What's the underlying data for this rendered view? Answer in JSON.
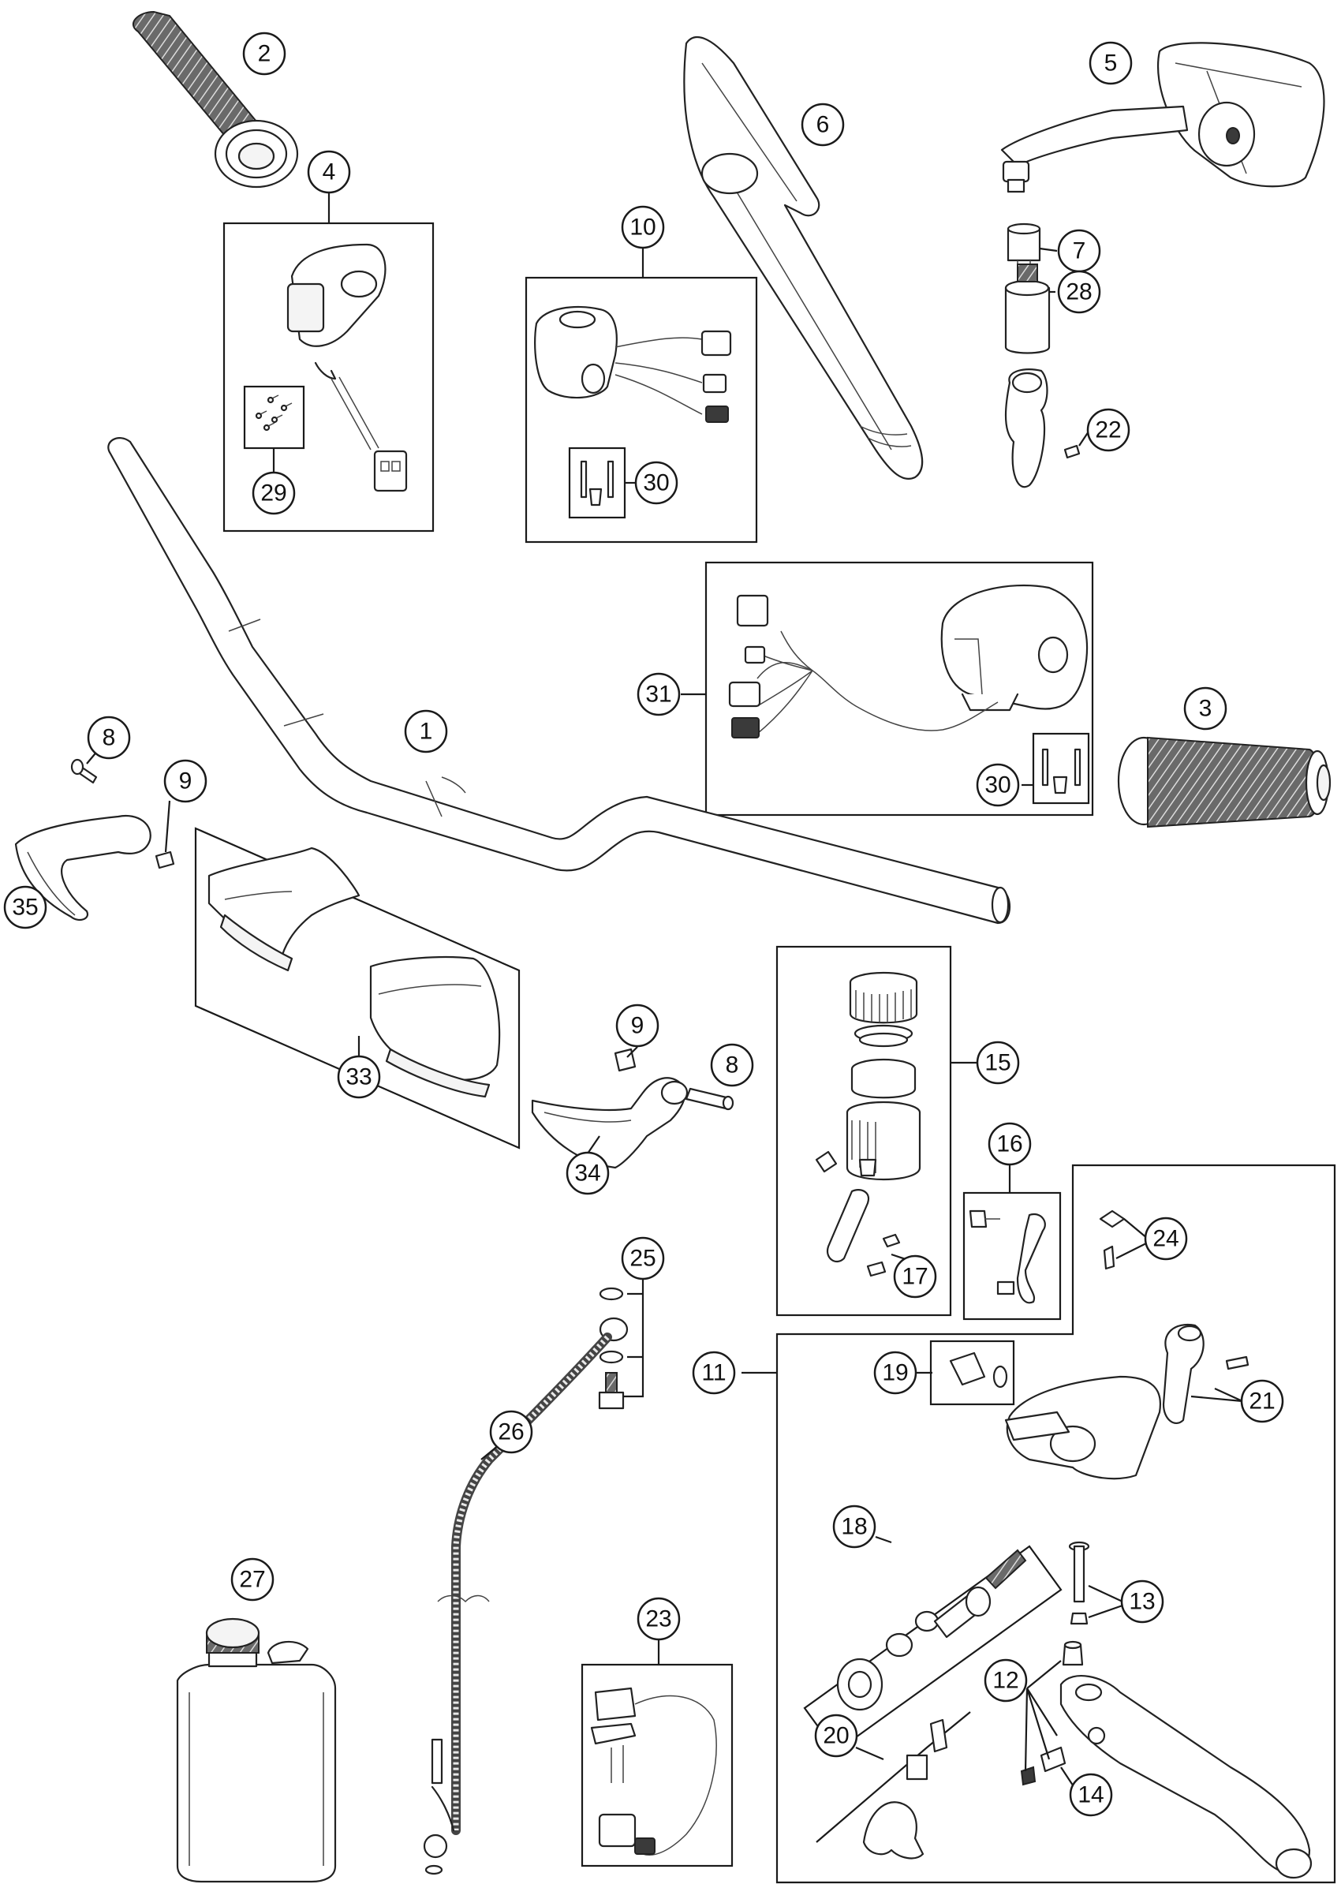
{
  "callouts": [
    {
      "id": "callout-1",
      "label": "1"
    },
    {
      "id": "callout-2",
      "label": "2"
    },
    {
      "id": "callout-3",
      "label": "3"
    },
    {
      "id": "callout-4",
      "label": "4"
    },
    {
      "id": "callout-5",
      "label": "5"
    },
    {
      "id": "callout-6",
      "label": "6"
    },
    {
      "id": "callout-7",
      "label": "7"
    },
    {
      "id": "callout-8a",
      "label": "8"
    },
    {
      "id": "callout-8b",
      "label": "8"
    },
    {
      "id": "callout-9a",
      "label": "9"
    },
    {
      "id": "callout-9b",
      "label": "9"
    },
    {
      "id": "callout-10",
      "label": "10"
    },
    {
      "id": "callout-11",
      "label": "11"
    },
    {
      "id": "callout-12",
      "label": "12"
    },
    {
      "id": "callout-13",
      "label": "13"
    },
    {
      "id": "callout-14",
      "label": "14"
    },
    {
      "id": "callout-15",
      "label": "15"
    },
    {
      "id": "callout-16",
      "label": "16"
    },
    {
      "id": "callout-17",
      "label": "17"
    },
    {
      "id": "callout-18",
      "label": "18"
    },
    {
      "id": "callout-19",
      "label": "19"
    },
    {
      "id": "callout-20",
      "label": "20"
    },
    {
      "id": "callout-21",
      "label": "21"
    },
    {
      "id": "callout-22",
      "label": "22"
    },
    {
      "id": "callout-23",
      "label": "23"
    },
    {
      "id": "callout-24",
      "label": "24"
    },
    {
      "id": "callout-25",
      "label": "25"
    },
    {
      "id": "callout-26",
      "label": "26"
    },
    {
      "id": "callout-27",
      "label": "27"
    },
    {
      "id": "callout-28",
      "label": "28"
    },
    {
      "id": "callout-29",
      "label": "29"
    },
    {
      "id": "callout-30a",
      "label": "30"
    },
    {
      "id": "callout-30b",
      "label": "30"
    },
    {
      "id": "callout-31",
      "label": "31"
    },
    {
      "id": "callout-33",
      "label": "33"
    },
    {
      "id": "callout-34",
      "label": "34"
    },
    {
      "id": "callout-35",
      "label": "35"
    }
  ]
}
